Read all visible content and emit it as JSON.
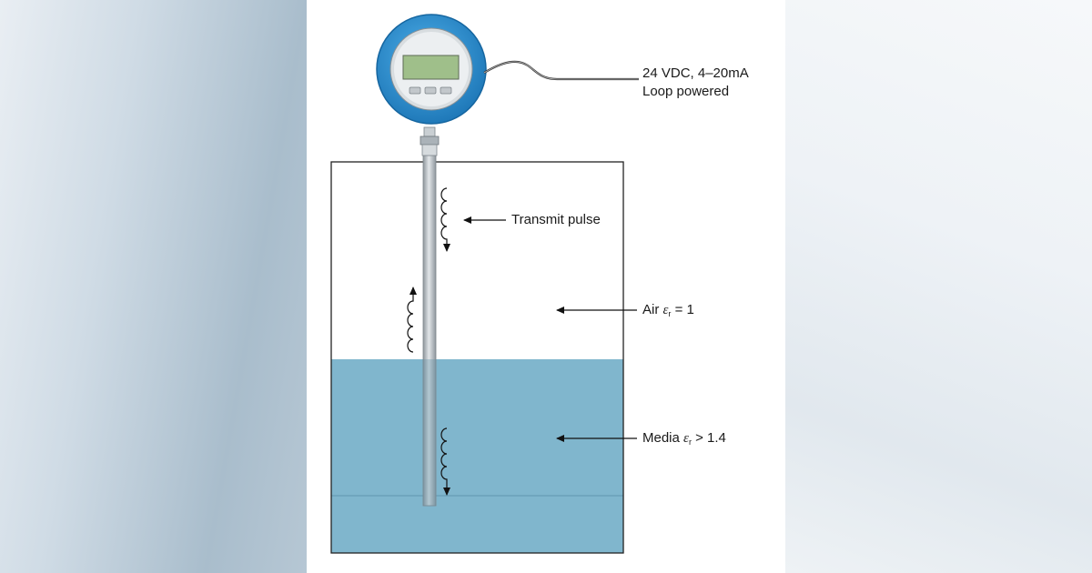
{
  "labels": {
    "power_line1": "24 VDC, 4–20mA",
    "power_line2": "Loop powered",
    "transmit_pulse": "Transmit pulse",
    "air_prefix": "Air ",
    "air_symbol": "ε",
    "air_subscript": "r",
    "air_value": " = 1",
    "media_prefix": "Media ",
    "media_symbol": "ε",
    "media_subscript": "r",
    "media_value": " > 1.4"
  },
  "colors": {
    "transmitter_ring": "#2a8fd0",
    "display_screen": "#9fbf8a",
    "liquid": "#80b6cd",
    "probe": "#b9bfc4"
  }
}
